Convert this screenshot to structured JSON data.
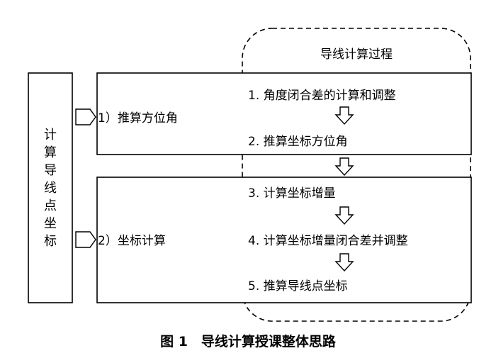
{
  "process_title": "导线计算过程",
  "side_label": "计算导线点坐标",
  "section1": {
    "label": "1）推算方位角",
    "steps": [
      "1. 角度闭合差的计算和调整",
      "2. 推算坐标方位角"
    ]
  },
  "section2": {
    "label": "2）坐标计算",
    "steps": [
      "3. 计算坐标增量",
      "4. 计算坐标增量闭合差并调整",
      "5. 推算导线点坐标"
    ]
  },
  "caption": "图 1　导线计算授课整体思路"
}
